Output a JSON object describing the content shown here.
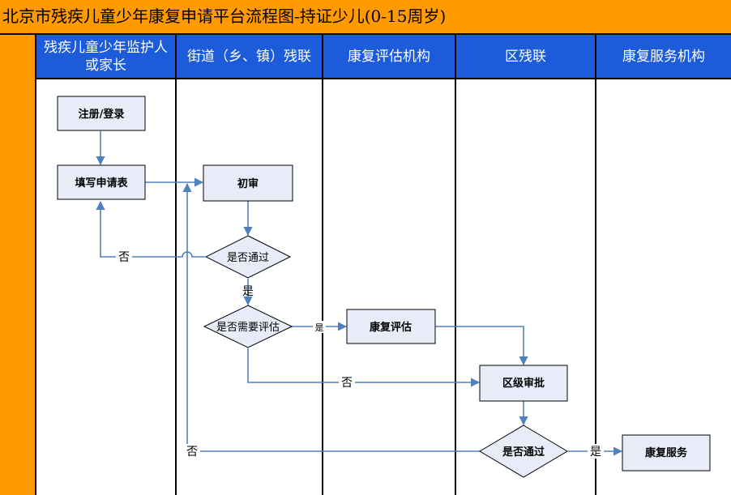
{
  "title": "北京市残疾儿童少年康复申请平台流程图-持证少儿(0-15周岁)",
  "lanes": [
    {
      "label": "残疾儿童少年监护人或家长"
    },
    {
      "label": "街道（乡、镇）残联"
    },
    {
      "label": "康复评估机构"
    },
    {
      "label": "区残联"
    },
    {
      "label": "康复服务机构"
    }
  ],
  "nodes": {
    "register": "注册/登录",
    "fill_form": "填写申请表",
    "initial_review": "初审",
    "pass_check_1": "是否通过",
    "need_assess": "是否需要评估",
    "assessment": "康复评估",
    "district_approval": "区级审批",
    "pass_check_2": "是否通过",
    "rehab_service": "康复服务"
  },
  "edge_labels": {
    "no_1": "否",
    "yes_1": "是",
    "yes_assess": "是",
    "no_assess": "否",
    "no_2": "否",
    "yes_2": "是"
  },
  "colors": {
    "title_bg": "#ff9a00",
    "lane_header_bg": "#1c5bd9",
    "lane_header_text": "#ffffff",
    "node_fill": "#e8ecf8",
    "arrow": "#4f81bd"
  }
}
